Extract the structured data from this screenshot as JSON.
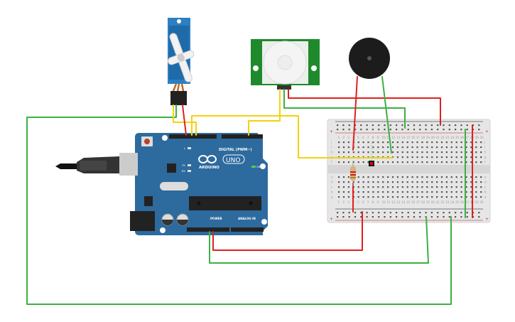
{
  "arduino": {
    "brand": "ARDUINO",
    "model": "UNO",
    "digital_label": "DIGITAL (PWM~)",
    "power_label": "POWER",
    "analog_label": "ANALOG IN",
    "on_label": "ON",
    "led_l": "L",
    "led_tx": "TX",
    "led_rx": "RX",
    "board_color": "#2d6a9e"
  },
  "breadboard": {
    "columns": 30,
    "rows_top": [
      "j",
      "i",
      "h",
      "g",
      "f"
    ],
    "rows_bottom": [
      "e",
      "d",
      "c",
      "b",
      "a"
    ],
    "rail_plus": "+",
    "rail_minus": "-"
  },
  "wires": {
    "red": "#e0201e",
    "green": "#3cb043",
    "yellow": "#f5d10f"
  },
  "components": [
    "servo",
    "pir-sensor",
    "piezo-buzzer",
    "led",
    "resistor"
  ]
}
